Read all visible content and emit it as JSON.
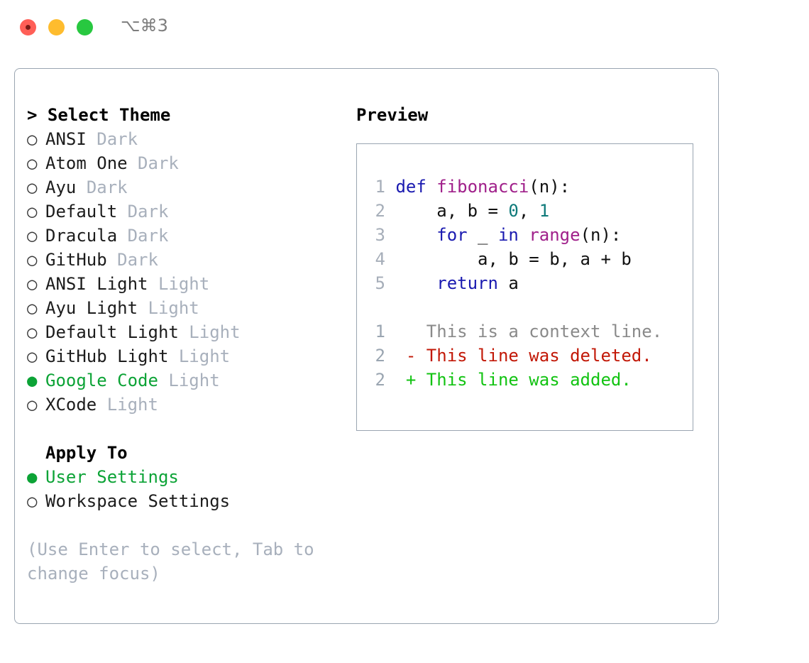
{
  "titlebar": {
    "shortcut": "⌥⌘3",
    "buttons": [
      {
        "name": "close",
        "color": "#ff5f57"
      },
      {
        "name": "minimize",
        "color": "#febc2e"
      },
      {
        "name": "maximize",
        "color": "#28c840"
      }
    ]
  },
  "theme_panel": {
    "heading": "> Select Theme",
    "marker_unselected": "○",
    "marker_selected": "●",
    "selected_theme": "Google Code",
    "items": [
      {
        "name": "ANSI",
        "kind": "Dark",
        "selected": false
      },
      {
        "name": "Atom One",
        "kind": "Dark",
        "selected": false
      },
      {
        "name": "Ayu",
        "kind": "Dark",
        "selected": false
      },
      {
        "name": "Default",
        "kind": "Dark",
        "selected": false
      },
      {
        "name": "Dracula",
        "kind": "Dark",
        "selected": false
      },
      {
        "name": "GitHub",
        "kind": "Dark",
        "selected": false
      },
      {
        "name": "ANSI Light",
        "kind": "Light",
        "selected": false
      },
      {
        "name": "Ayu Light",
        "kind": "Light",
        "selected": false
      },
      {
        "name": "Default Light",
        "kind": "Light",
        "selected": false
      },
      {
        "name": "GitHub Light",
        "kind": "Light",
        "selected": false
      },
      {
        "name": "Google Code",
        "kind": "Light",
        "selected": true
      },
      {
        "name": "XCode",
        "kind": "Light",
        "selected": false
      }
    ]
  },
  "apply_to": {
    "heading": "Apply To",
    "selected_option": "User Settings",
    "options": [
      {
        "label": "User Settings",
        "selected": true
      },
      {
        "label": "Workspace Settings",
        "selected": false
      }
    ]
  },
  "hint": "(Use Enter to select, Tab to change focus)",
  "preview": {
    "heading": "Preview",
    "code_lines": [
      {
        "num": "1",
        "tokens": [
          {
            "t": "def ",
            "c": "kw"
          },
          {
            "t": "fibonacci",
            "c": "fn"
          },
          {
            "t": "(n):",
            "c": "pl"
          }
        ]
      },
      {
        "num": "2",
        "tokens": [
          {
            "t": "    a, b = ",
            "c": "pl"
          },
          {
            "t": "0",
            "c": "num"
          },
          {
            "t": ", ",
            "c": "pl"
          },
          {
            "t": "1",
            "c": "num"
          }
        ]
      },
      {
        "num": "3",
        "tokens": [
          {
            "t": "    ",
            "c": "pl"
          },
          {
            "t": "for",
            "c": "kw"
          },
          {
            "t": " _ ",
            "c": "pl"
          },
          {
            "t": "in",
            "c": "kw"
          },
          {
            "t": " ",
            "c": "pl"
          },
          {
            "t": "range",
            "c": "fn"
          },
          {
            "t": "(n):",
            "c": "pl"
          }
        ]
      },
      {
        "num": "4",
        "tokens": [
          {
            "t": "        a, b = b, a + b",
            "c": "pl"
          }
        ]
      },
      {
        "num": "5",
        "tokens": [
          {
            "t": "    ",
            "c": "pl"
          },
          {
            "t": "return",
            "c": "kw"
          },
          {
            "t": " a",
            "c": "pl"
          }
        ]
      }
    ],
    "diff_lines": [
      {
        "num": "1",
        "sign": " ",
        "text": " This is a context line.",
        "kind": "diff-ctx"
      },
      {
        "num": "2",
        "sign": "-",
        "text": " This line was deleted.",
        "kind": "diff-del"
      },
      {
        "num": "2",
        "sign": "+",
        "text": " This line was added.",
        "kind": "diff-add"
      }
    ]
  },
  "colors": {
    "accent_green": "#0ca336",
    "muted": "#a8b0bc",
    "border": "#9aa5b1",
    "keyword": "#1a1ab0",
    "function": "#a0208a",
    "number": "#0f7a7a",
    "diff_deleted": "#c21807",
    "diff_added": "#12c312"
  }
}
